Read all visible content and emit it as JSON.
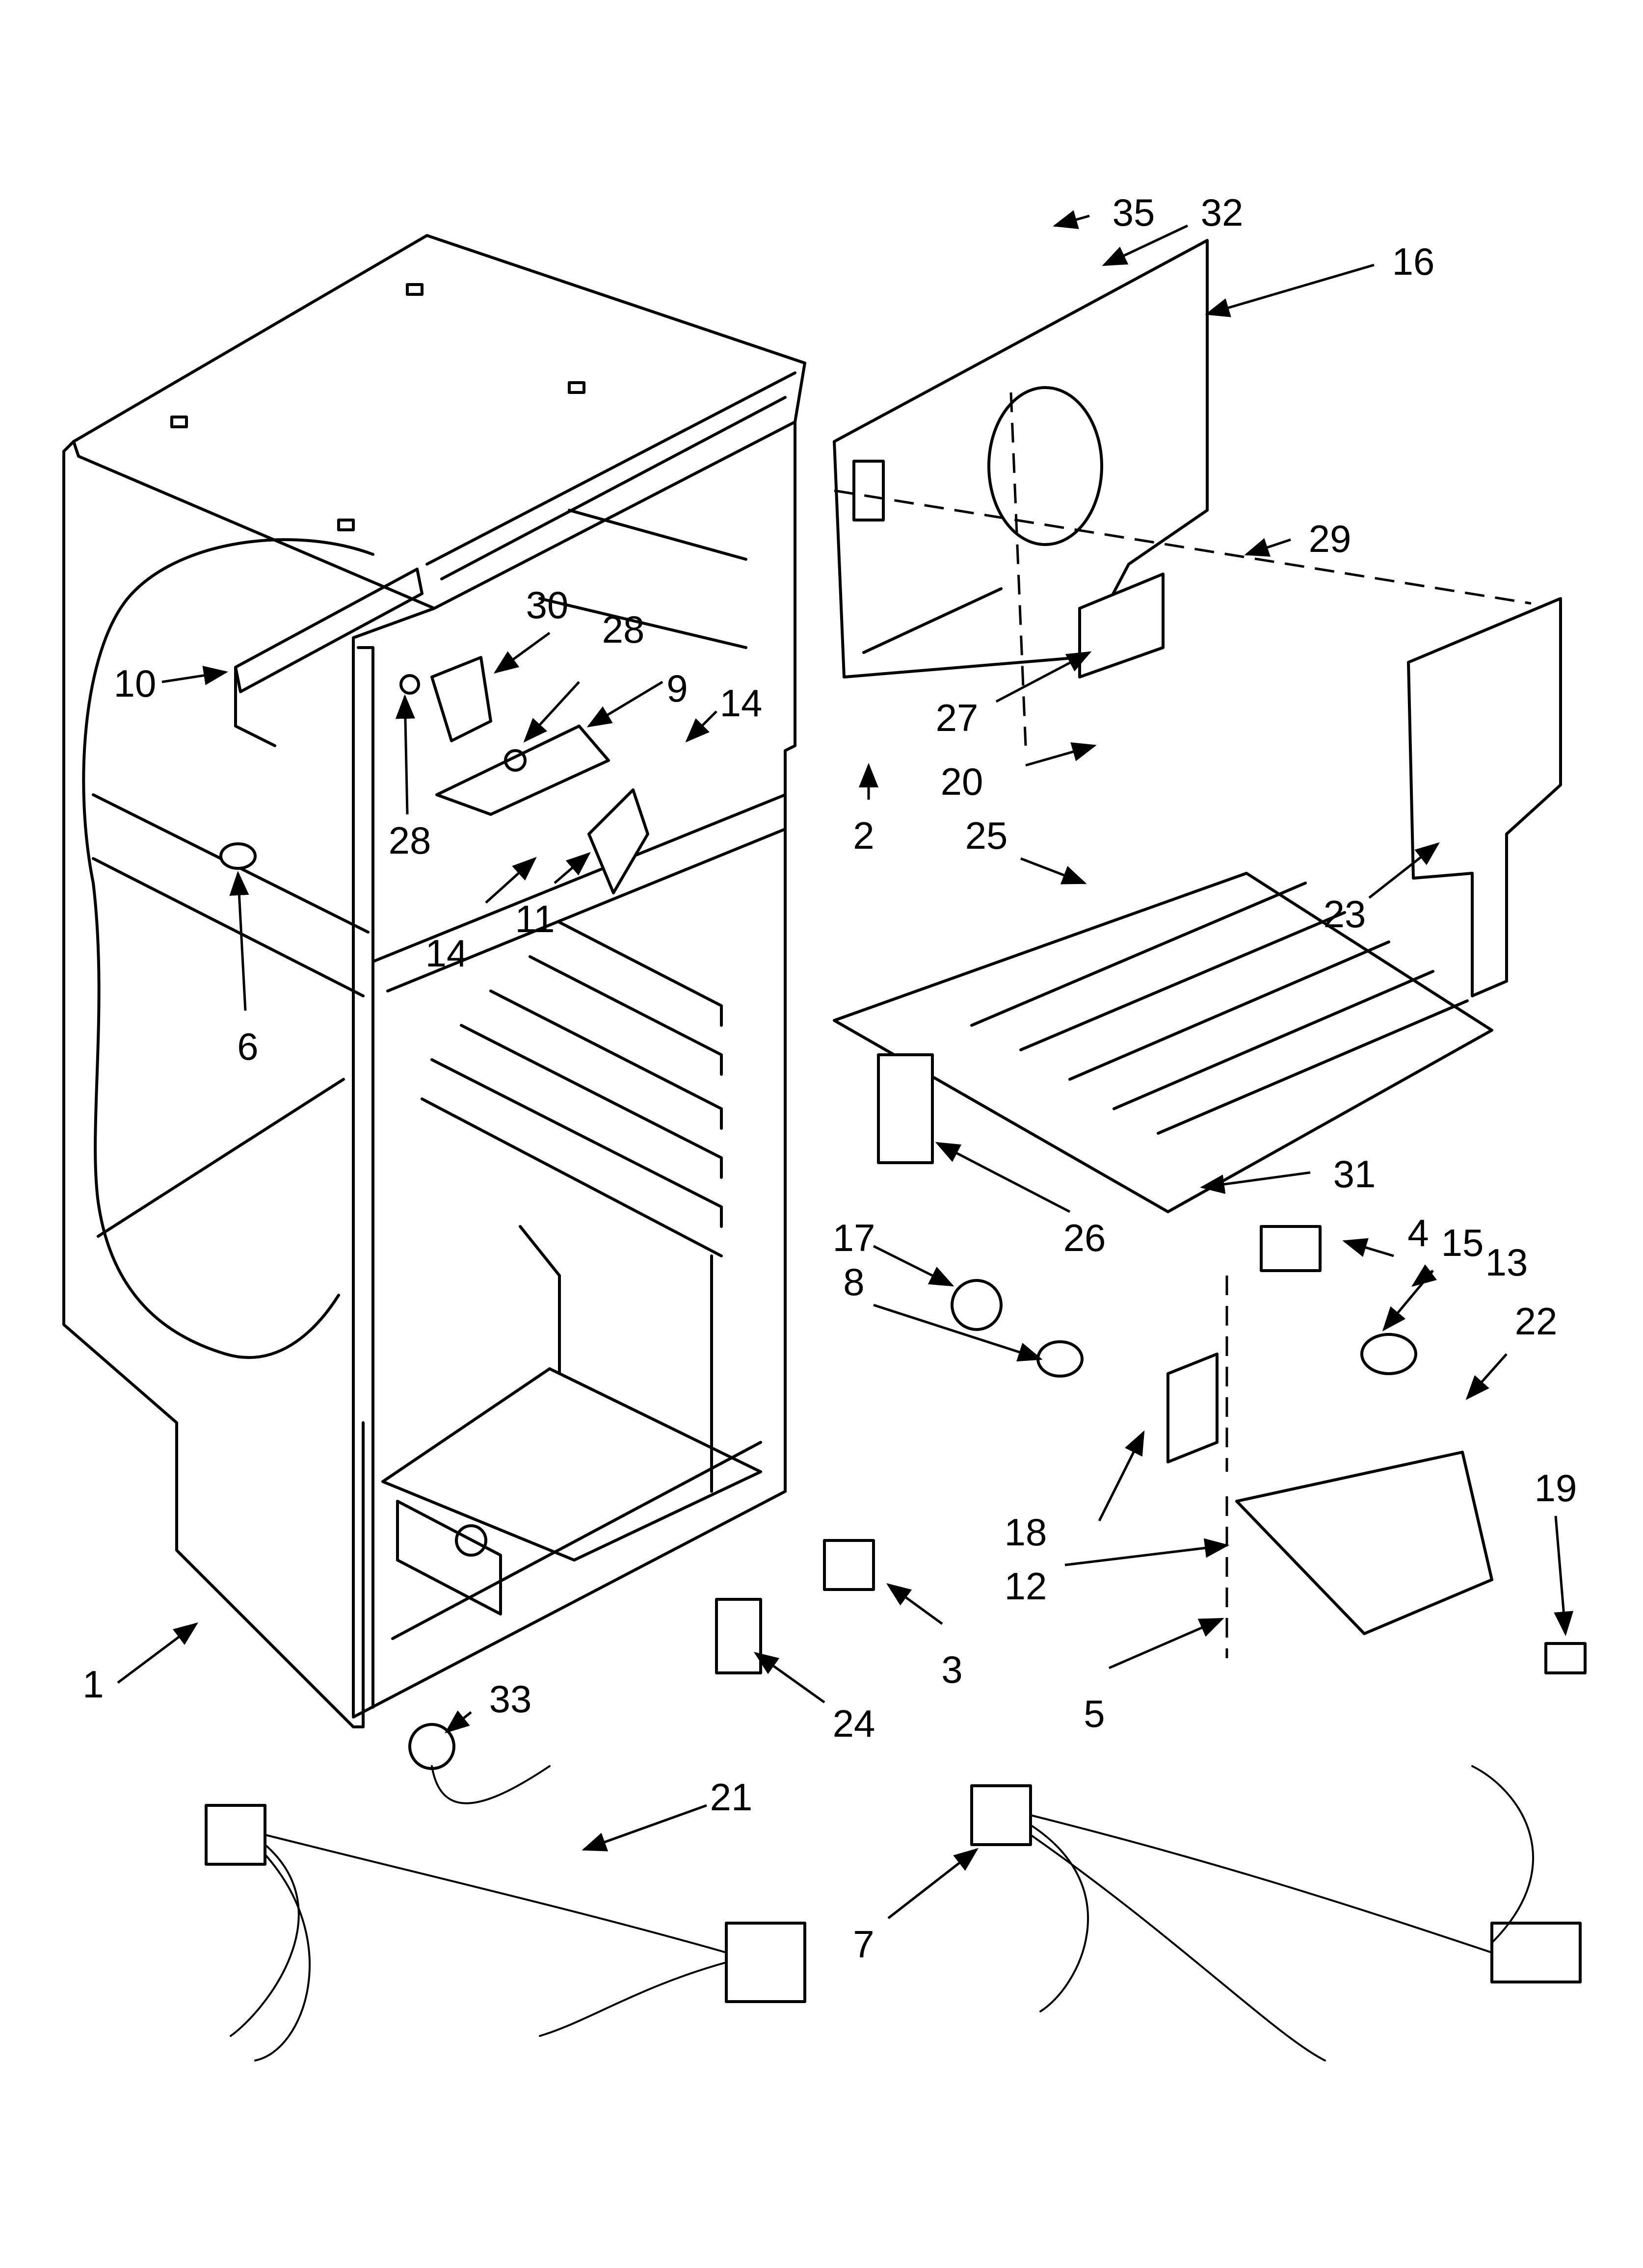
{
  "callouts": [
    {
      "id": "c1",
      "label": "1"
    },
    {
      "id": "c2",
      "label": "2"
    },
    {
      "id": "c3",
      "label": "3"
    },
    {
      "id": "c4",
      "label": "4"
    },
    {
      "id": "c5",
      "label": "5"
    },
    {
      "id": "c6",
      "label": "6"
    },
    {
      "id": "c7",
      "label": "7"
    },
    {
      "id": "c8",
      "label": "8"
    },
    {
      "id": "c9",
      "label": "9"
    },
    {
      "id": "c10",
      "label": "10"
    },
    {
      "id": "c11",
      "label": "11"
    },
    {
      "id": "c12",
      "label": "12"
    },
    {
      "id": "c13",
      "label": "13"
    },
    {
      "id": "c14a",
      "label": "14"
    },
    {
      "id": "c14b",
      "label": "14"
    },
    {
      "id": "c15",
      "label": "15"
    },
    {
      "id": "c16",
      "label": "16"
    },
    {
      "id": "c17",
      "label": "17"
    },
    {
      "id": "c18",
      "label": "18"
    },
    {
      "id": "c19",
      "label": "19"
    },
    {
      "id": "c20",
      "label": "20"
    },
    {
      "id": "c21",
      "label": "21"
    },
    {
      "id": "c22",
      "label": "22"
    },
    {
      "id": "c23",
      "label": "23"
    },
    {
      "id": "c24",
      "label": "24"
    },
    {
      "id": "c25",
      "label": "25"
    },
    {
      "id": "c26",
      "label": "26"
    },
    {
      "id": "c27",
      "label": "27"
    },
    {
      "id": "c28a",
      "label": "28"
    },
    {
      "id": "c28b",
      "label": "28"
    },
    {
      "id": "c29",
      "label": "29"
    },
    {
      "id": "c30",
      "label": "30"
    },
    {
      "id": "c31",
      "label": "31"
    },
    {
      "id": "c32",
      "label": "32"
    },
    {
      "id": "c33",
      "label": "33"
    },
    {
      "id": "c35",
      "label": "35"
    }
  ]
}
